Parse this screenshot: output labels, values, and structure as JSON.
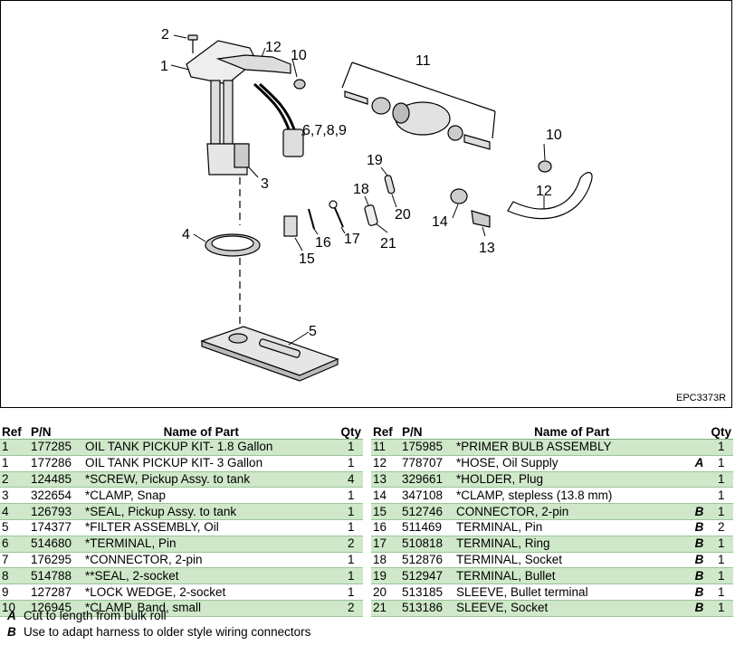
{
  "diagram": {
    "code": "EPC3373R",
    "callouts": [
      "1",
      "2",
      "3",
      "4",
      "5",
      "6,7,8,9",
      "10",
      "11",
      "12",
      "10",
      "12",
      "13",
      "14",
      "15",
      "16",
      "17",
      "18",
      "19",
      "20",
      "21"
    ]
  },
  "table_headers": {
    "ref": "Ref",
    "pn": "P/N",
    "name": "Name of Part",
    "qty": "Qty"
  },
  "parts_left": [
    {
      "ref": "1",
      "pn": "177285",
      "name": "OIL TANK PICKUP KIT- 1.8 Gallon",
      "note": "",
      "qty": "1"
    },
    {
      "ref": "1",
      "pn": "177286",
      "name": "OIL TANK PICKUP KIT- 3 Gallon",
      "note": "",
      "qty": "1"
    },
    {
      "ref": "2",
      "pn": "124485",
      "name": "*SCREW, Pickup Assy. to tank",
      "note": "",
      "qty": "4"
    },
    {
      "ref": "3",
      "pn": "322654",
      "name": "*CLAMP, Snap",
      "note": "",
      "qty": "1"
    },
    {
      "ref": "4",
      "pn": "126793",
      "name": "*SEAL, Pickup Assy. to tank",
      "note": "",
      "qty": "1"
    },
    {
      "ref": "5",
      "pn": "174377",
      "name": "*FILTER ASSEMBLY, Oil",
      "note": "",
      "qty": "1"
    },
    {
      "ref": "6",
      "pn": "514680",
      "name": "*TERMINAL, Pin",
      "note": "",
      "qty": "2"
    },
    {
      "ref": "7",
      "pn": "176295",
      "name": "*CONNECTOR, 2-pin",
      "note": "",
      "qty": "1"
    },
    {
      "ref": "8",
      "pn": "514788",
      "name": "**SEAL, 2-socket",
      "note": "",
      "qty": "1"
    },
    {
      "ref": "9",
      "pn": "127287",
      "name": "*LOCK WEDGE, 2-socket",
      "note": "",
      "qty": "1"
    },
    {
      "ref": "10",
      "pn": "126945",
      "name": "*CLAMP, Band, small",
      "note": "",
      "qty": "2"
    }
  ],
  "parts_right": [
    {
      "ref": "11",
      "pn": "175985",
      "name": "*PRIMER BULB ASSEMBLY",
      "note": "",
      "qty": "1"
    },
    {
      "ref": "12",
      "pn": "778707",
      "name": "*HOSE, Oil Supply",
      "note": "A",
      "qty": "1"
    },
    {
      "ref": "13",
      "pn": "329661",
      "name": "*HOLDER, Plug",
      "note": "",
      "qty": "1"
    },
    {
      "ref": "14",
      "pn": "347108",
      "name": "*CLAMP, stepless (13.8 mm)",
      "note": "",
      "qty": "1"
    },
    {
      "ref": "15",
      "pn": "512746",
      "name": "CONNECTOR, 2-pin",
      "note": "B",
      "qty": "1"
    },
    {
      "ref": "16",
      "pn": "511469",
      "name": "TERMINAL, Pin",
      "note": "B",
      "qty": "2"
    },
    {
      "ref": "17",
      "pn": "510818",
      "name": "TERMINAL, Ring",
      "note": "B",
      "qty": "1"
    },
    {
      "ref": "18",
      "pn": "512876",
      "name": "TERMINAL, Socket",
      "note": "B",
      "qty": "1"
    },
    {
      "ref": "19",
      "pn": "512947",
      "name": "TERMINAL, Bullet",
      "note": "B",
      "qty": "1"
    },
    {
      "ref": "20",
      "pn": "513185",
      "name": "SLEEVE, Bullet terminal",
      "note": "B",
      "qty": "1"
    },
    {
      "ref": "21",
      "pn": "513186",
      "name": "SLEEVE, Socket",
      "note": "B",
      "qty": "1"
    }
  ],
  "notes": [
    {
      "letter": "A",
      "text": "Cut to length from bulk roll"
    },
    {
      "letter": "B",
      "text": "Use to adapt harness to older style wiring connectors"
    }
  ]
}
